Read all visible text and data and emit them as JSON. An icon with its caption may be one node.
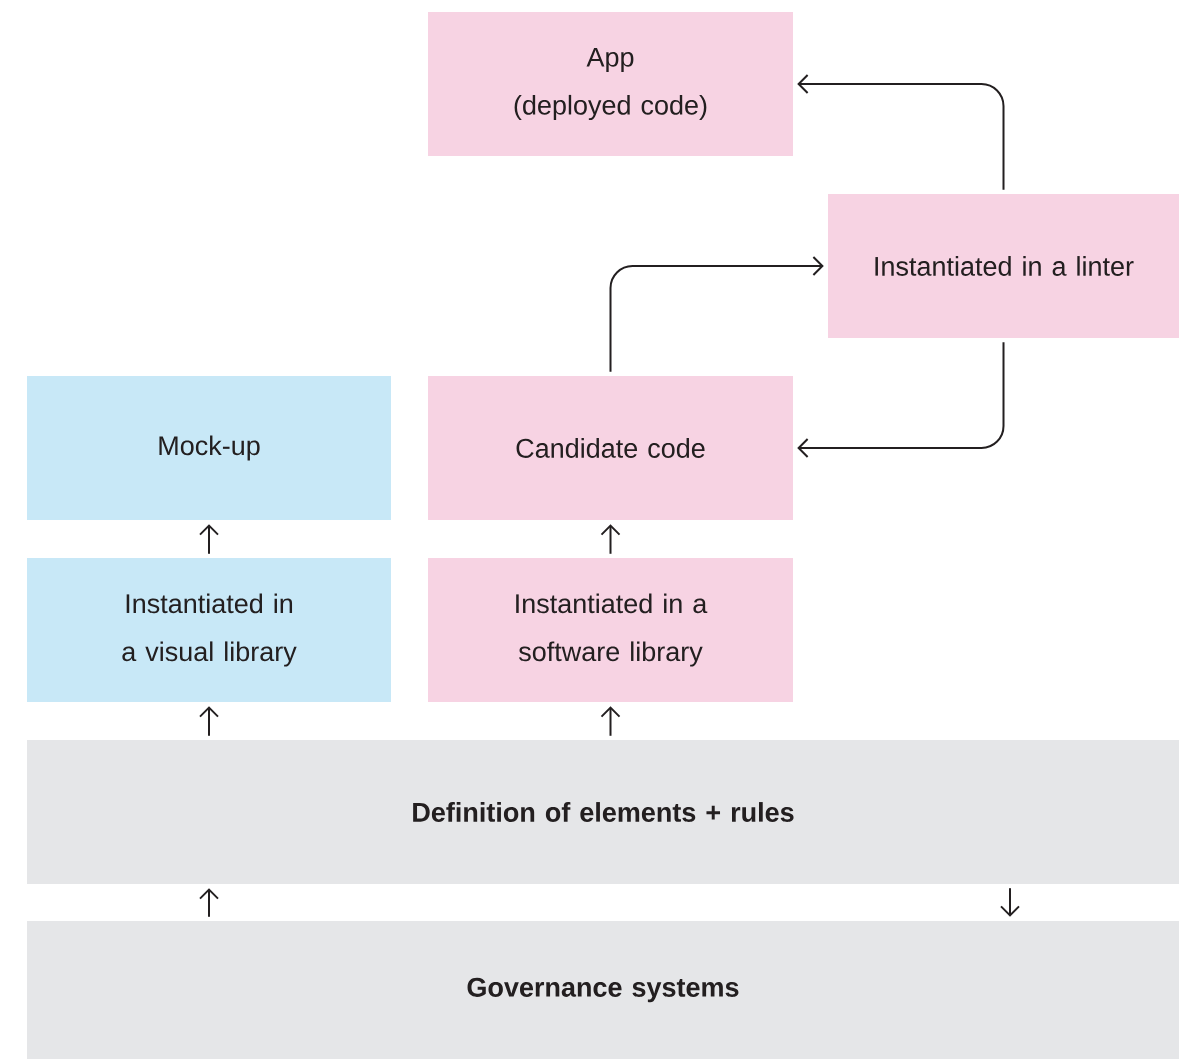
{
  "diagram": {
    "nodes": [
      {
        "text": [
          "App",
          "(deployed code)"
        ]
      },
      {
        "text": [
          "Instantiated in a linter"
        ]
      },
      {
        "text": [
          "Mock-up"
        ]
      },
      {
        "text": [
          "Candidate code"
        ]
      },
      {
        "text": [
          "Instantiated in a visual library"
        ]
      },
      {
        "text": [
          "Instantiated in a software library"
        ]
      },
      {
        "text": [
          "**Definition of elements + rules**"
        ]
      },
      {
        "text": [
          "**Governance systems**"
        ]
      }
    ],
    "edges": [
      {
        "from": 1,
        "to": 0,
        "arrow": "to"
      },
      {
        "from": 3,
        "to": 1,
        "arrow": "to"
      },
      {
        "from": 1,
        "to": 3,
        "arrow": "to"
      },
      {
        "from": 4,
        "to": 2,
        "arrow": "to"
      },
      {
        "from": 5,
        "to": 3,
        "arrow": "to"
      },
      {
        "from": 6,
        "to": 4,
        "arrow": "to"
      },
      {
        "from": 6,
        "to": 5,
        "arrow": "to"
      },
      {
        "from": 7,
        "to": 6,
        "arrow": "to"
      },
      {
        "from": 6,
        "to": 7,
        "arrow": "to"
      }
    ]
  }
}
